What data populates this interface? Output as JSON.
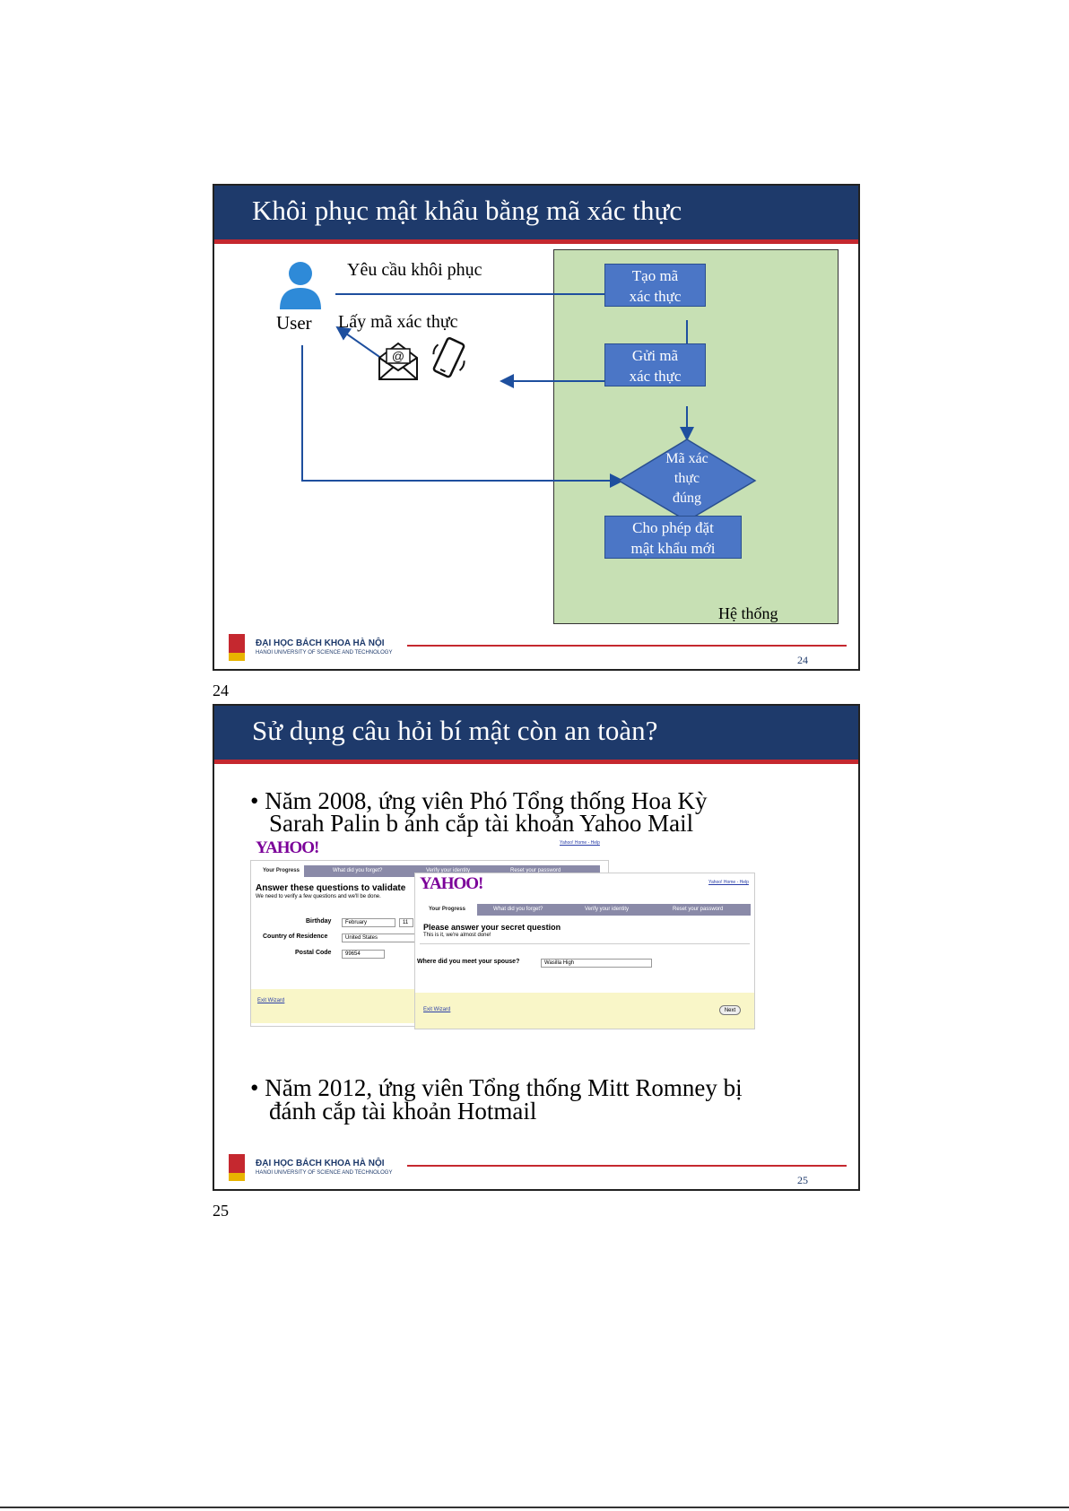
{
  "slide1": {
    "title": "Khôi phục mật khẩu bằng mã xác thực",
    "user_label": "User",
    "request_label": "Yêu cầu khôi phục",
    "get_code_label": "Lấy mã xác thực",
    "box_create": [
      "Tạo mã",
      "xác thực"
    ],
    "box_send": [
      "Gửi mã",
      "xác thực"
    ],
    "diamond": [
      "Mã xác",
      "thực",
      "đúng"
    ],
    "box_allow": [
      "Cho phép đặt",
      "mật khẩu mới"
    ],
    "system_label": "Hệ thống",
    "footer_name": "ĐẠI HỌC BÁCH KHOA HÀ NỘI",
    "footer_sub": "HANOI UNIVERSITY OF SCIENCE AND TECHNOLOGY",
    "slide_number": "24",
    "page_number": "24"
  },
  "slide2": {
    "title": "Sử dụng câu hỏi bí mật còn an toàn?",
    "bullet1_line1": "Năm 2008, ứng viên Phó Tổng thống Hoa Kỳ",
    "bullet1_line2": "Sarah Palin b    ánh cắp tài khoản Yahoo Mail",
    "bullet2_line1": "Năm 2012, ứng viên Tổng thống Mitt Romney bị",
    "bullet2_line2": "đánh cắp tài khoản Hotmail",
    "bullet_symbol": "•",
    "footer_name": "ĐẠI HỌC BÁCH KHOA HÀ NỘI",
    "footer_sub": "HANOI UNIVERSITY OF SCIENCE AND TECHNOLOGY",
    "slide_number": "25",
    "page_number": "25",
    "shot1": {
      "logo": "YAHOO!",
      "top_links": "Yahoo! Home - Help",
      "progress_label": "Your Progress",
      "steps": [
        "What did you forget?",
        "Verify your identity",
        "Reset your password"
      ],
      "heading": "Answer these questions to validate",
      "subheading": "We need to verify a few questions and we'll be done.",
      "birthday_label": "Birthday",
      "birthday_value": "February",
      "birthday_day": "11",
      "country_label": "Country of Residence",
      "country_value": "United States",
      "postal_label": "Postal Code",
      "postal_value": "99654",
      "exit": "Exit Wizard"
    },
    "shot2": {
      "logo": "YAHOO!",
      "top_links": "Yahoo! Home - Help",
      "progress_label": "Your Progress",
      "steps": [
        "What did you forget?",
        "Verify your identity",
        "Reset your password"
      ],
      "heading": "Please answer your secret question",
      "subheading": "This is it, we're almost done!",
      "question_label": "Where did you meet your spouse?",
      "answer_value": "Wasilla High",
      "exit": "Exit Wizard",
      "next": "Next"
    }
  }
}
